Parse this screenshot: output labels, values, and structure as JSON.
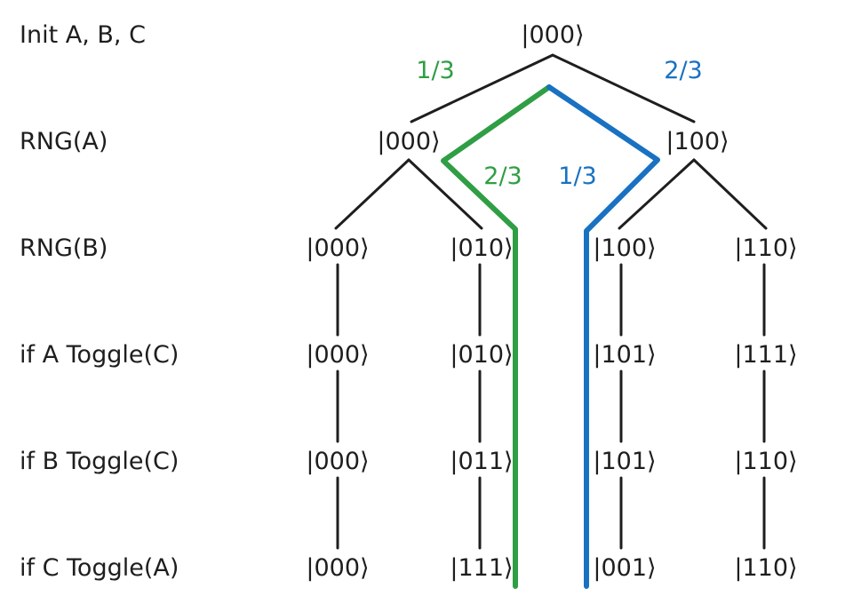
{
  "steps": [
    "Init A, B, C",
    "RNG(A)",
    "RNG(B)",
    "if A Toggle(C)",
    "if B Toggle(C)",
    "if C Toggle(A)"
  ],
  "states": {
    "root": "|000⟩",
    "rng_a": [
      "|000⟩",
      "|100⟩"
    ],
    "rng_b": [
      "|000⟩",
      "|010⟩",
      "|100⟩",
      "|110⟩"
    ],
    "toggle_c_by_a": [
      "|000⟩",
      "|010⟩",
      "|101⟩",
      "|111⟩"
    ],
    "toggle_c_by_b": [
      "|000⟩",
      "|011⟩",
      "|101⟩",
      "|110⟩"
    ],
    "toggle_a_by_c": [
      "|000⟩",
      "|111⟩",
      "|001⟩",
      "|110⟩"
    ]
  },
  "probabilities": {
    "green_top": "1/3",
    "blue_top": "2/3",
    "green_mid": "2/3",
    "blue_mid": "1/3"
  },
  "colors": {
    "green": "#2f9e44",
    "blue": "#1971c2",
    "ink": "#1e1e1e"
  }
}
